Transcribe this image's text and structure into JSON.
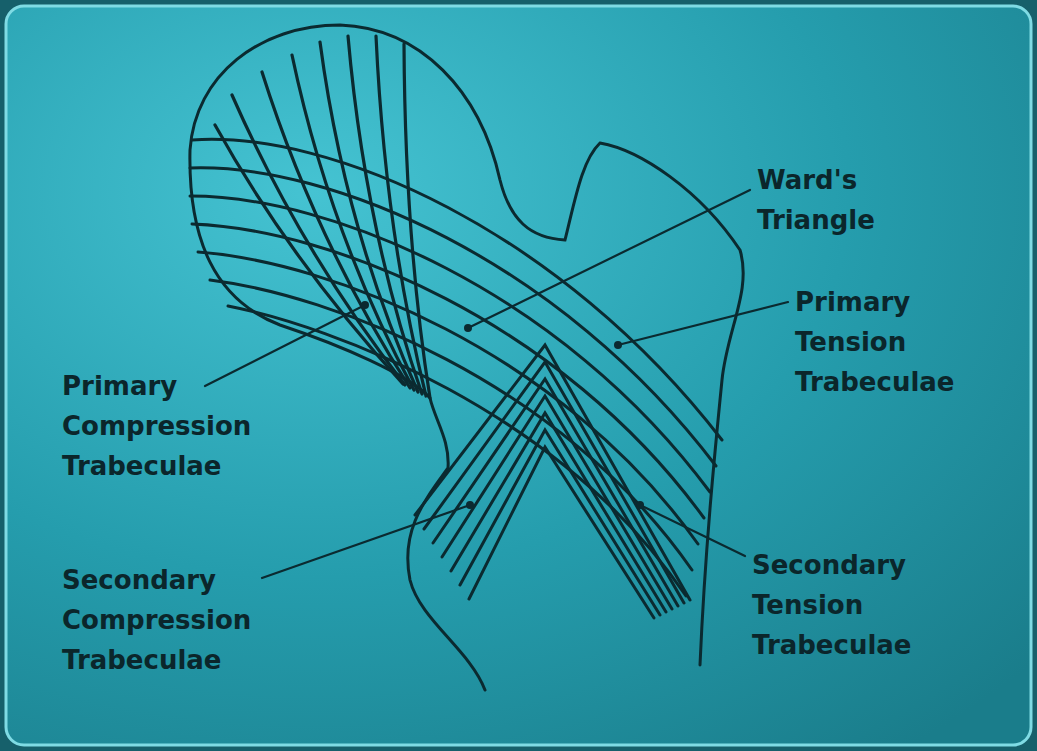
{
  "diagram": {
    "labels": [
      "Ward's Triangle",
      "Primary Tension Trabeculae",
      "Primary Compression Trabeculae",
      "Secondary Compression Trabeculae",
      "Secondary Tension Trabeculae"
    ]
  }
}
